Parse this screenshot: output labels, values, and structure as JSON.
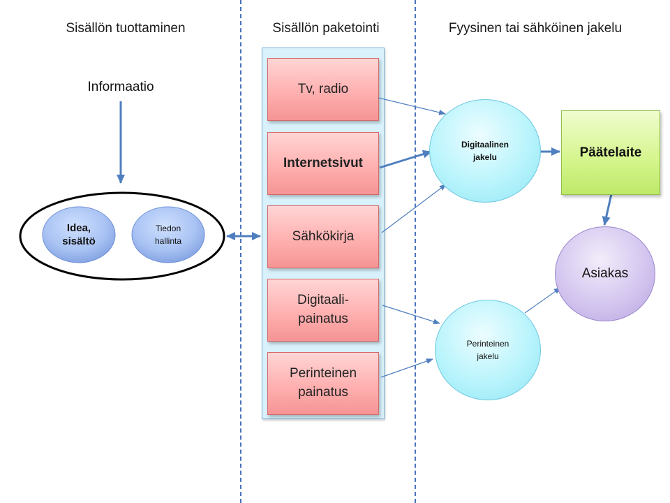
{
  "columns": {
    "col1_title": "Sisällön tuottaminen",
    "col2_title": "Sisällön paketointi",
    "col3_title": "Fyysinen tai sähköinen jakelu"
  },
  "production": {
    "information": "Informaatio",
    "idea_line1": "Idea,",
    "idea_line2": "sisältö",
    "tiedon_line1": "Tiedon",
    "tiedon_line2": "hallinta"
  },
  "packaging": {
    "items": [
      {
        "line1": "Tv, radio",
        "line2": ""
      },
      {
        "line1": "Internetsivut",
        "line2": ""
      },
      {
        "line1": "Sähkökirja",
        "line2": ""
      },
      {
        "line1": "Digitaali-",
        "line2": "painatus"
      },
      {
        "line1": "Perinteinen",
        "line2": "painatus"
      }
    ]
  },
  "distribution": {
    "digital_line1": "Digitaalinen",
    "digital_line2": "jakelu",
    "traditional_line1": "Perinteinen",
    "traditional_line2": "jakelu",
    "device": "Päätelaite",
    "customer": "Asiakas"
  },
  "colors": {
    "divider": "#4a72b8",
    "arrow": "#4f7fbf",
    "package_fill": "#ffb0b0",
    "cyan_circle": "#aef2fb",
    "device_fill": "#d6f58f",
    "customer_fill": "#c9b7ea"
  }
}
